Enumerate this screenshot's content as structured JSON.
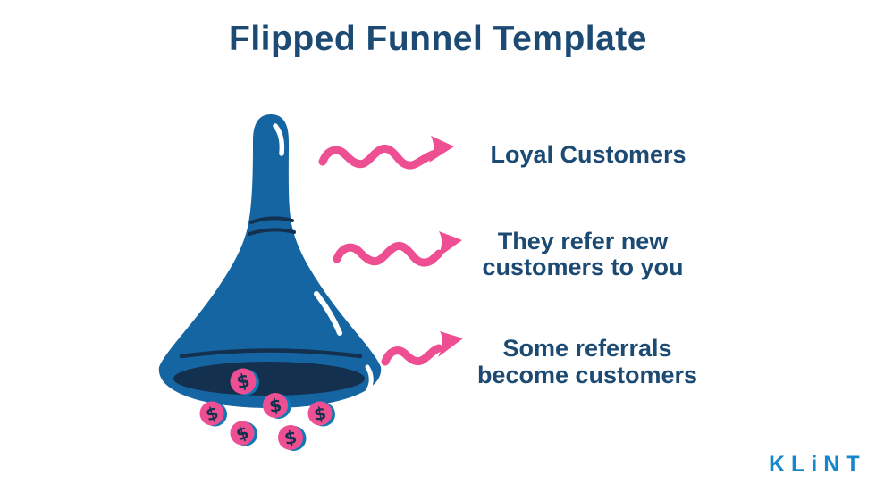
{
  "title": "Flipped Funnel Template",
  "stages": [
    {
      "lines": [
        "Loyal Customers"
      ]
    },
    {
      "lines": [
        "They refer new",
        "customers to you"
      ]
    },
    {
      "lines": [
        "Some referrals",
        "become customers"
      ]
    }
  ],
  "funnel": {
    "description": "flipped (upside-down) funnel pouring coins",
    "coin_symbol": "$",
    "coin_count": 6
  },
  "logo": {
    "text": "KLiNT"
  },
  "colors": {
    "background": "#ffffff",
    "title_navy": "#1c4a73",
    "funnel_blue": "#1565a3",
    "dark_navy": "#14304f",
    "pink": "#ee4f92",
    "coin_shadow_blue": "#0f79b5",
    "highlight_white": "#ffffff",
    "logo_blue": "#1787cc"
  }
}
